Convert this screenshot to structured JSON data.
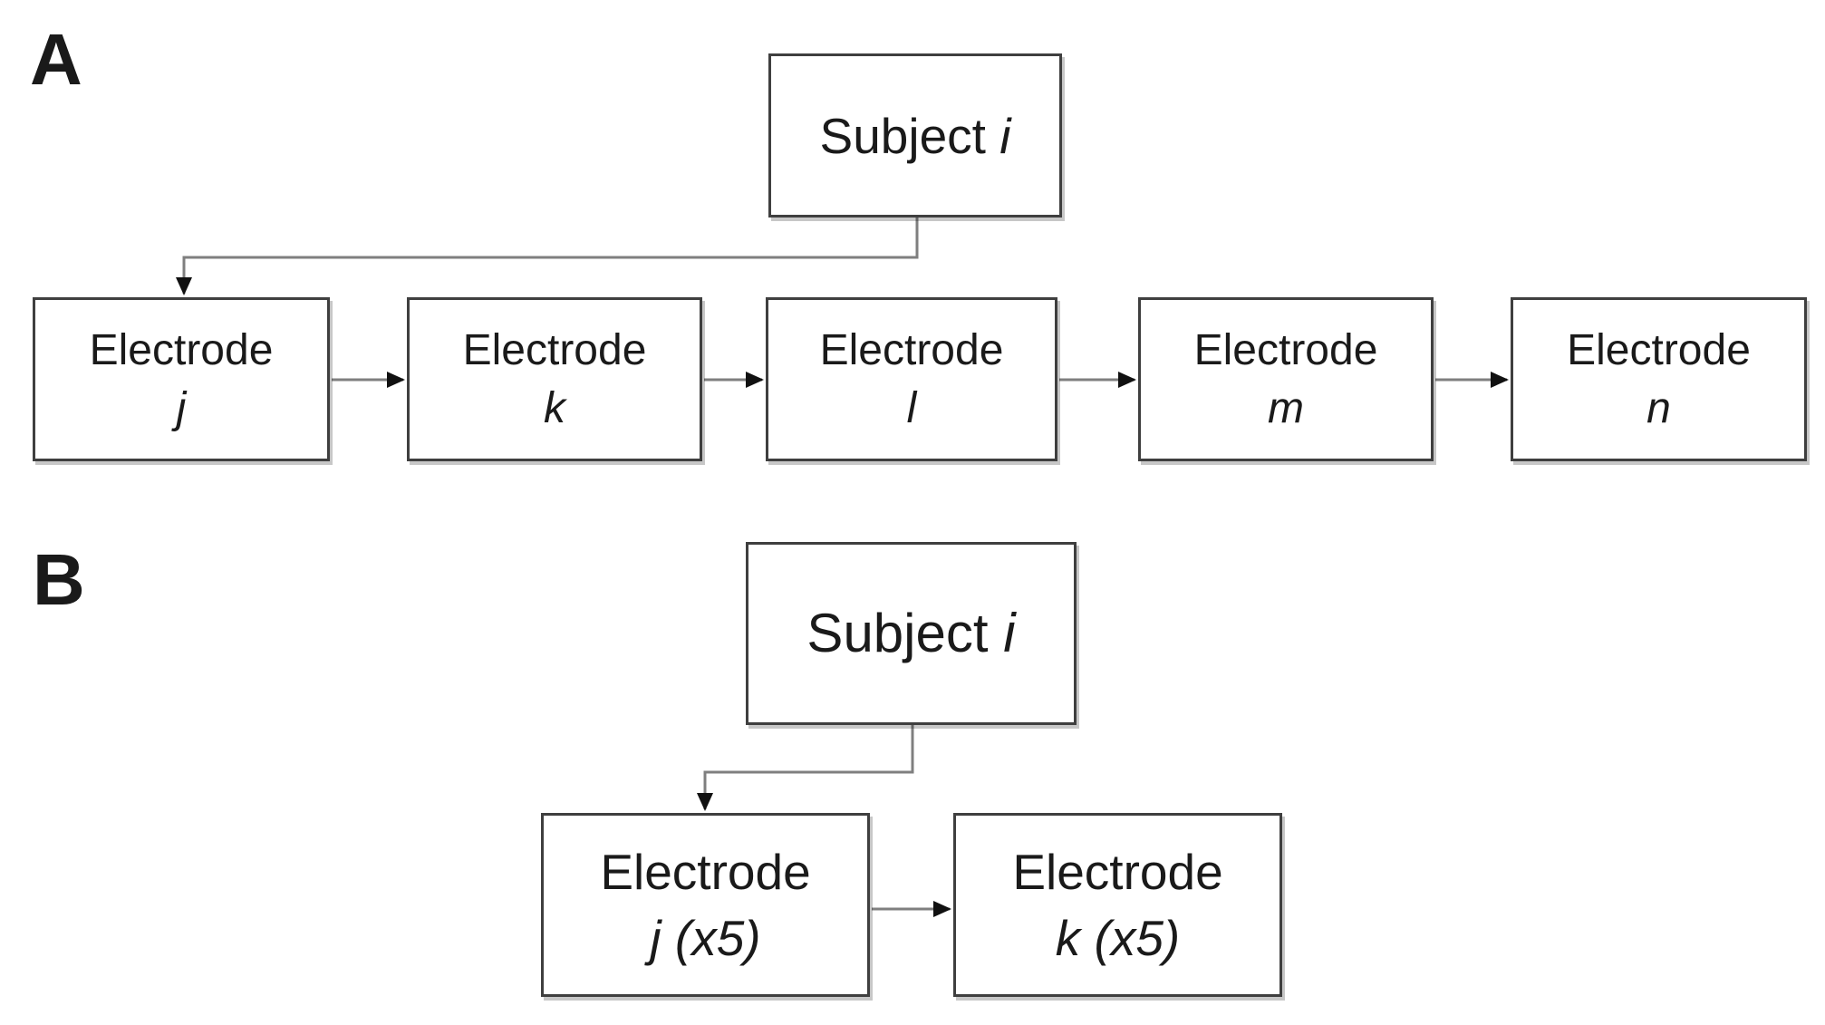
{
  "colors": {
    "background": "#ffffff",
    "box_fill": "#ffffff",
    "box_border": "#3f3f3f",
    "connector": "#7f7f7f",
    "arrowhead": "#111111",
    "text": "#1a1a1a"
  },
  "panels": [
    {
      "label": "A",
      "subject": {
        "word": "Subject",
        "variable": "i"
      },
      "electrodes": [
        {
          "word": "Electrode",
          "variable": "j"
        },
        {
          "word": "Electrode",
          "variable": "k"
        },
        {
          "word": "Electrode",
          "variable": "l"
        },
        {
          "word": "Electrode",
          "variable": "m"
        },
        {
          "word": "Electrode",
          "variable": "n"
        }
      ]
    },
    {
      "label": "B",
      "subject": {
        "word": "Subject",
        "variable": "i"
      },
      "electrodes": [
        {
          "word": "Electrode",
          "variable": "j (x5)"
        },
        {
          "word": "Electrode",
          "variable": "k (x5)"
        }
      ]
    }
  ]
}
